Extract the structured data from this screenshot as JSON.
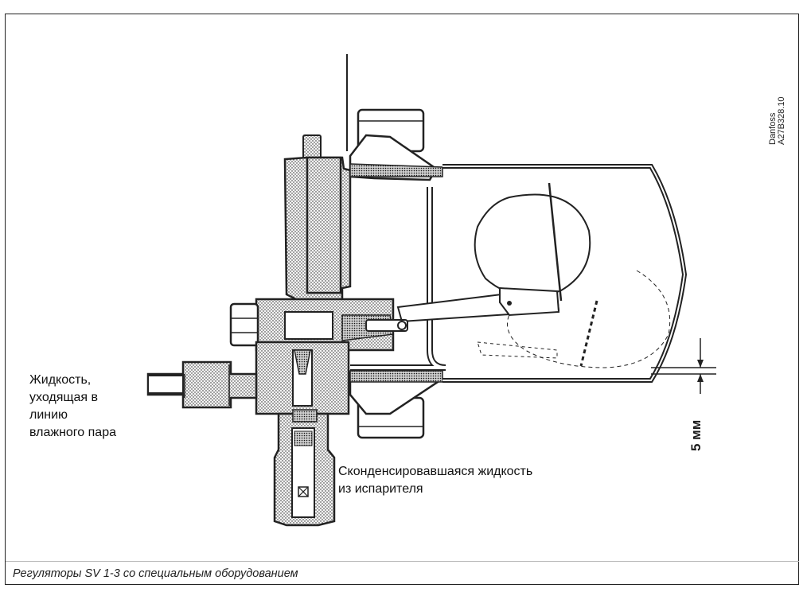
{
  "labels": {
    "liquid_out": "Жидкость, уходящая в линию влажного пара",
    "condensed": "Сконденсировавшаяся жидкость из испарителя",
    "gap": "5 мм"
  },
  "code_brand": "Danfoss",
  "code_id": "A27B328.10",
  "caption": "Регуляторы SV 1-3 со специальным оборудованием"
}
